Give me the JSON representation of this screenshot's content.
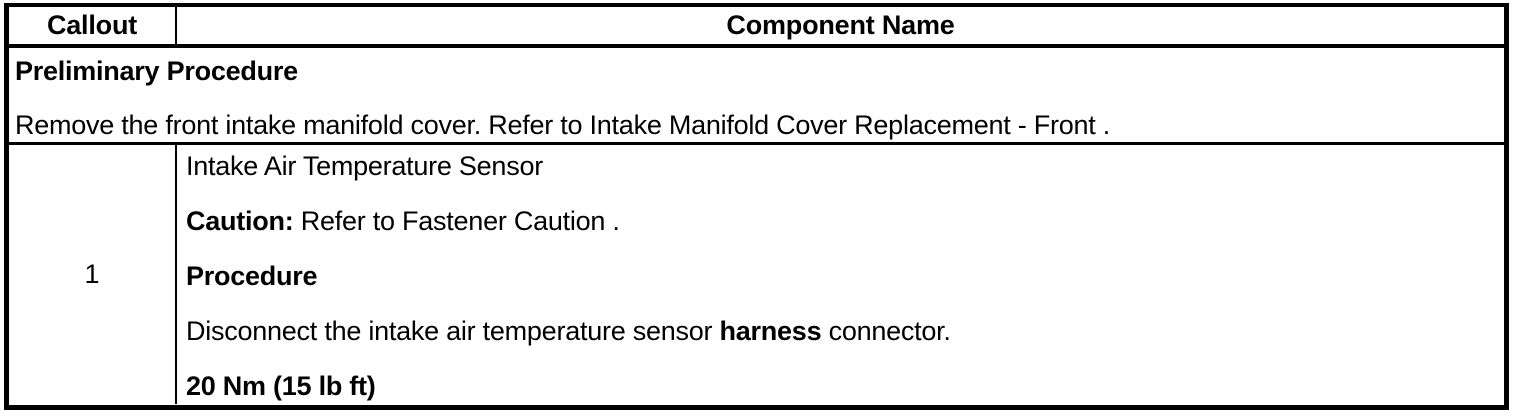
{
  "table": {
    "headers": {
      "callout": "Callout",
      "component_name": "Component Name"
    },
    "preliminary": {
      "title": "Preliminary Procedure",
      "text": "Remove the front intake manifold cover. Refer to Intake Manifold Cover Replacement - Front ."
    },
    "rows": [
      {
        "callout": "1",
        "component_title": "Intake Air Temperature Sensor",
        "caution_label": "Caution:",
        "caution_text": " Refer to Fastener Caution .",
        "procedure_label": "Procedure",
        "procedure_text_part1": "Disconnect the intake air temperature sensor ",
        "procedure_text_emphasis": "harness",
        "procedure_text_part2": " connector.",
        "torque": "20 Nm (15 lb ft)"
      }
    ]
  },
  "colors": {
    "border": "#000000",
    "text": "#000000",
    "background": "#ffffff"
  }
}
